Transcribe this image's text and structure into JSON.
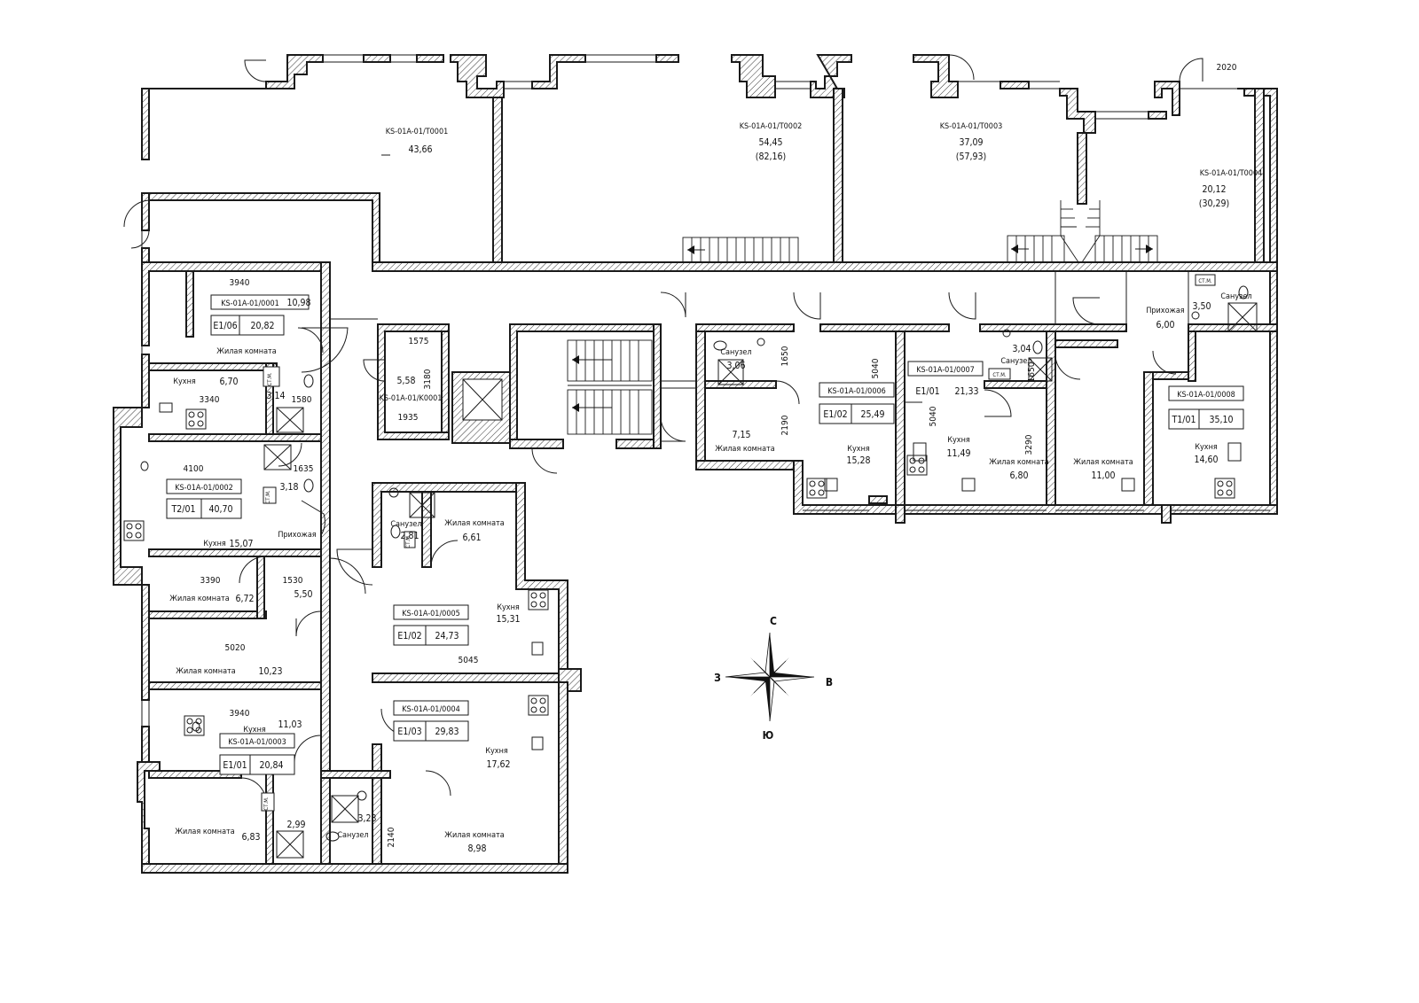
{
  "commercial": [
    {
      "code": "KS-01A-01/T0001",
      "area": "43,66",
      "area_total": ""
    },
    {
      "code": "KS-01A-01/T0002",
      "area": "54,45",
      "area_total": "(82,16)"
    },
    {
      "code": "KS-01A-01/T0003",
      "area": "37,09",
      "area_total": "(57,93)"
    },
    {
      "code": "KS-01A-01/T0004",
      "area": "20,12",
      "area_total": "(30,29)"
    }
  ],
  "storage": {
    "code": "KS-01A-01/K0001",
    "area": "5,58"
  },
  "apartments": [
    {
      "code": "KS-01A-01/0001",
      "type": "E1/06",
      "total": "20,82",
      "extra_area": "10,98"
    },
    {
      "code": "KS-01A-01/0002",
      "type": "T2/01",
      "total": "40,70"
    },
    {
      "code": "KS-01A-01/0003",
      "type": "E1/01",
      "total": "20,84"
    },
    {
      "code": "KS-01A-01/0004",
      "type": "E1/03",
      "total": "29,83"
    },
    {
      "code": "KS-01A-01/0005",
      "type": "E1/02",
      "total": "24,73"
    },
    {
      "code": "KS-01A-01/0006",
      "type": "E1/02",
      "total": "25,49"
    },
    {
      "code": "KS-01A-01/0007",
      "type": "E1/01",
      "total": "21,33"
    },
    {
      "code": "KS-01A-01/0008",
      "type": "T1/01",
      "total": "35,10"
    }
  ],
  "room_labels": [
    {
      "name": "Жилая комната",
      "value": ""
    },
    {
      "name": "Кухня",
      "value": "6,70"
    },
    {
      "name": "",
      "value": "3,14"
    },
    {
      "name": "",
      "value": "3,18"
    },
    {
      "name": "Кухня",
      "value": "15,07"
    },
    {
      "name": "Прихожая",
      "value": ""
    },
    {
      "name": "Жилая комната",
      "value": "6,72"
    },
    {
      "name": "",
      "value": "5,50"
    },
    {
      "name": "Жилая комната",
      "value": "10,23"
    },
    {
      "name": "Кухня",
      "value": "11,03"
    },
    {
      "name": "Жилая комната",
      "value": "6,83"
    },
    {
      "name": "",
      "value": "2,99"
    },
    {
      "name": "Санузел",
      "value": "3,23"
    },
    {
      "name": "Жилая комната",
      "value": "8,98"
    },
    {
      "name": "Кухня",
      "value": "17,62"
    },
    {
      "name": "Санузел",
      "value": "2,81"
    },
    {
      "name": "Жилая комната",
      "value": "6,61"
    },
    {
      "name": "Кухня",
      "value": "15,31"
    },
    {
      "name": "Санузел",
      "value": "3,06"
    },
    {
      "name": "Жилая комната",
      "value": "7,15"
    },
    {
      "name": "Кухня",
      "value": "15,28"
    },
    {
      "name": "",
      "value": "3,04"
    },
    {
      "name": "Санузел",
      "value": ""
    },
    {
      "name": "Кухня",
      "value": "11,49"
    },
    {
      "name": "Жилая комната",
      "value": "6,80"
    },
    {
      "name": "Жилая комната",
      "value": "11,00"
    },
    {
      "name": "Прихожая",
      "value": "3,50"
    },
    {
      "name": "Санузел",
      "value": ""
    },
    {
      "name": "",
      "value": "6,00"
    },
    {
      "name": "Кухня",
      "value": "14,60"
    }
  ],
  "dimensions": [
    "3940",
    "3340",
    "1580",
    "4100",
    "1635",
    "3390",
    "1530",
    "5020",
    "3940",
    "2140",
    "5045",
    "1575",
    "3180",
    "1935",
    "1650",
    "2190",
    "5040",
    "5040",
    "1650",
    "3290",
    "2020"
  ],
  "fixture_label": "СТ.М.",
  "compass": {
    "n": "С",
    "s": "Ю",
    "w": "З",
    "e": "В"
  }
}
